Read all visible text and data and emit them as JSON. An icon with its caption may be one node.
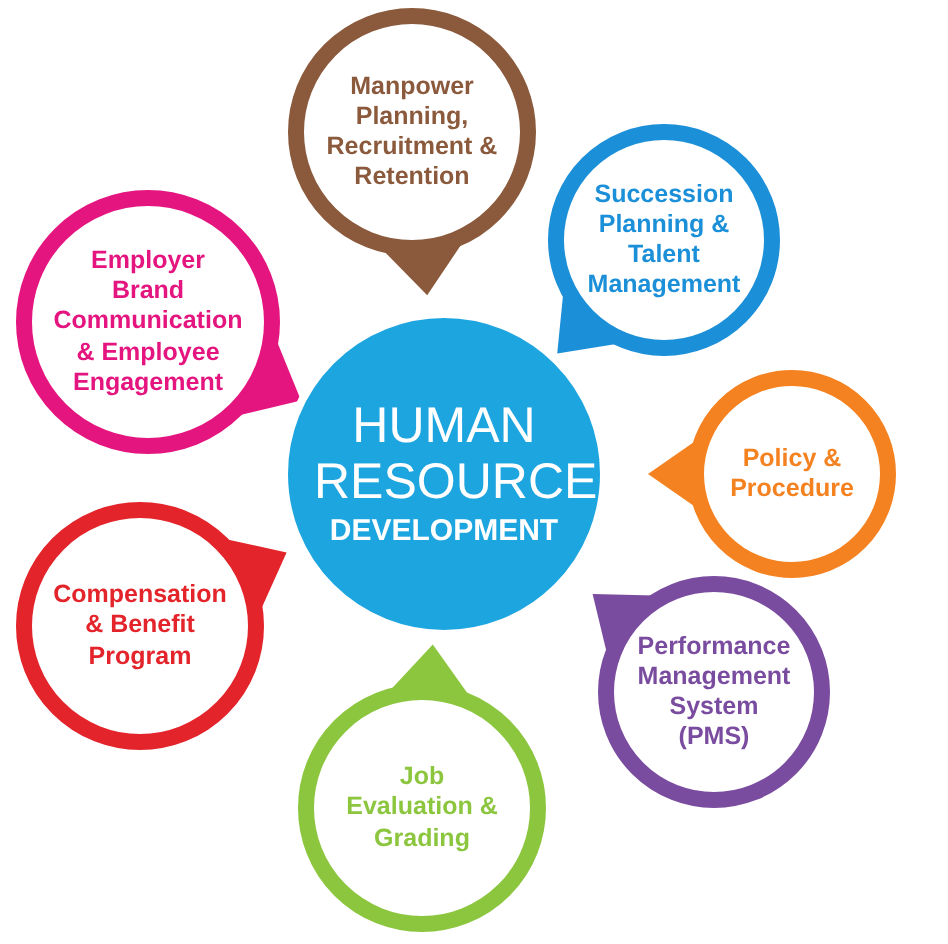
{
  "diagram": {
    "nodes": [
      {
        "text": [
          "HUMAN RESOURCE",
          "DEVELOPMENT"
        ]
      },
      {
        "text": [
          "Manpower Planning, Recruitment & Retention"
        ]
      },
      {
        "text": [
          "Succession Planning & Talent Management"
        ]
      },
      {
        "text": [
          "Policy & Procedure"
        ]
      },
      {
        "text": [
          "Performance Management System (PMS)"
        ]
      },
      {
        "text": [
          "Job Evaluation & Grading"
        ]
      },
      {
        "text": [
          "Compensation & Benefit Program"
        ]
      },
      {
        "text": [
          "Employer Brand Communication & Employee Engagement"
        ]
      }
    ]
  }
}
